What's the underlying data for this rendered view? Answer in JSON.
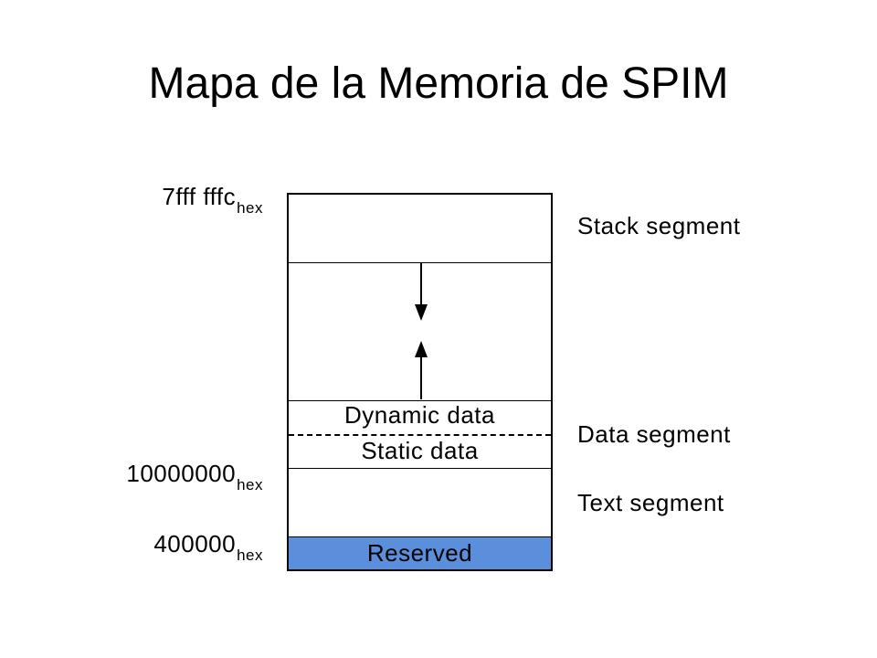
{
  "title": "Mapa de la Memoria de SPIM",
  "addresses": {
    "top": {
      "value": "7fff fffc",
      "suffix": "hex"
    },
    "data_start": {
      "value": "10000000",
      "suffix": "hex"
    },
    "text_start": {
      "value": "400000",
      "suffix": "hex"
    }
  },
  "segments": {
    "stack": "Stack segment",
    "data": "Data segment",
    "text": "Text segment"
  },
  "regions": {
    "dynamic": "Dynamic data",
    "static": "Static data",
    "reserved": "Reserved"
  },
  "colors": {
    "reserved_fill": "#5b8fdc",
    "line": "#000000"
  }
}
